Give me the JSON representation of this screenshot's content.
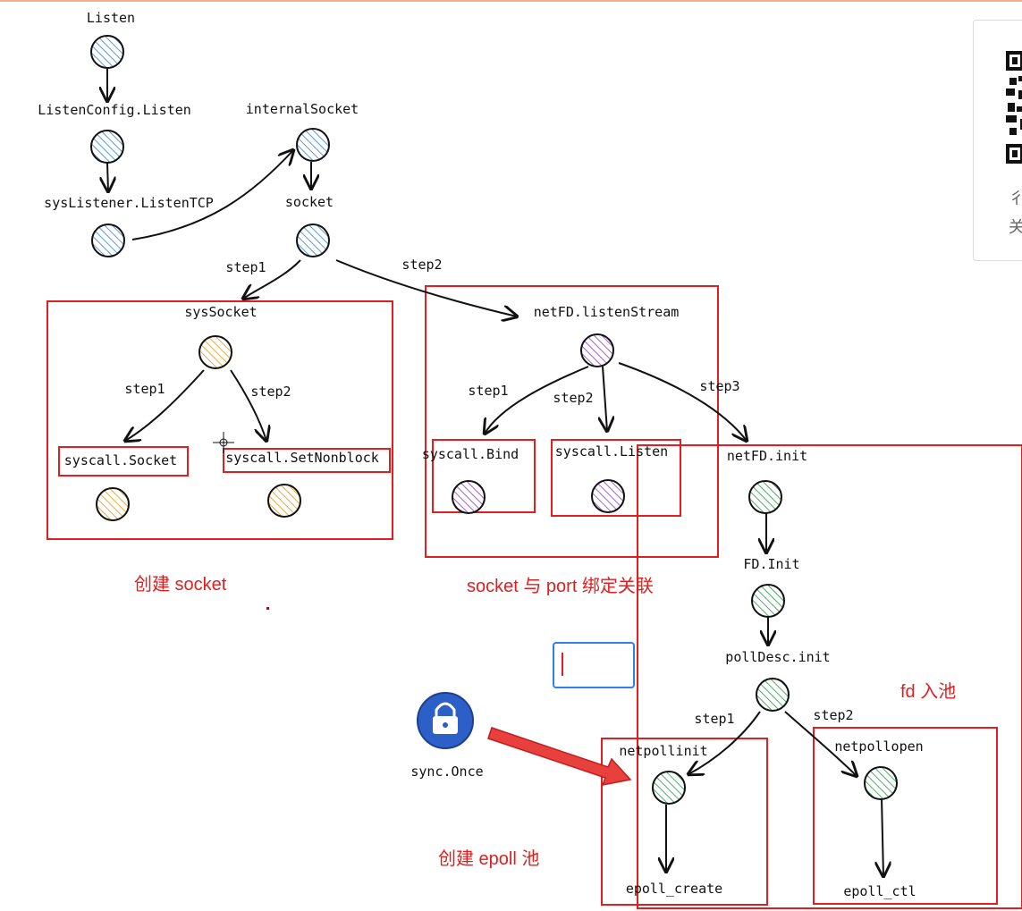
{
  "diagram": {
    "nodes": {
      "listen": "Listen",
      "listen_config": "ListenConfig.Listen",
      "sys_listener": "sysListener.ListenTCP",
      "internal_socket": "internalSocket",
      "socket": "socket",
      "sys_socket": "sysSocket",
      "syscall_socket": "syscall.Socket",
      "syscall_setnonblock": "syscall.SetNonblock",
      "listen_stream": "netFD.listenStream",
      "syscall_bind": "syscall.Bind",
      "syscall_listen": "syscall.Listen",
      "netfd_init": "netFD.init",
      "fd_init": "FD.Init",
      "polldesc_init": "pollDesc.init",
      "netpollinit": "netpollinit",
      "netpollopen": "netpollopen",
      "epoll_create": "epoll_create",
      "epoll_ctl": "epoll_ctl",
      "sync_once": "sync.Once"
    },
    "steps": {
      "socket_step1": "step1",
      "socket_step2": "step2",
      "syssocket_step1": "step1",
      "syssocket_step2": "step2",
      "listen_step1": "step1",
      "listen_step2": "step2",
      "listen_step3": "step3",
      "poll_step1": "step1",
      "poll_step2": "step2"
    },
    "captions": {
      "create_socket": "创建 socket",
      "bind_port": "socket 与 port 绑定关联",
      "fd_pool": "fd 入池",
      "epoll_pool": "创建 epoll 池"
    },
    "qr_panel_text": [
      "彳",
      "关"
    ],
    "colors": {
      "blue": "#5b9bd5",
      "orange": "#e8a93b",
      "purple": "#a065c8",
      "green": "#52a86a",
      "red": "#e02020",
      "lock": "#2d5fc8"
    }
  }
}
